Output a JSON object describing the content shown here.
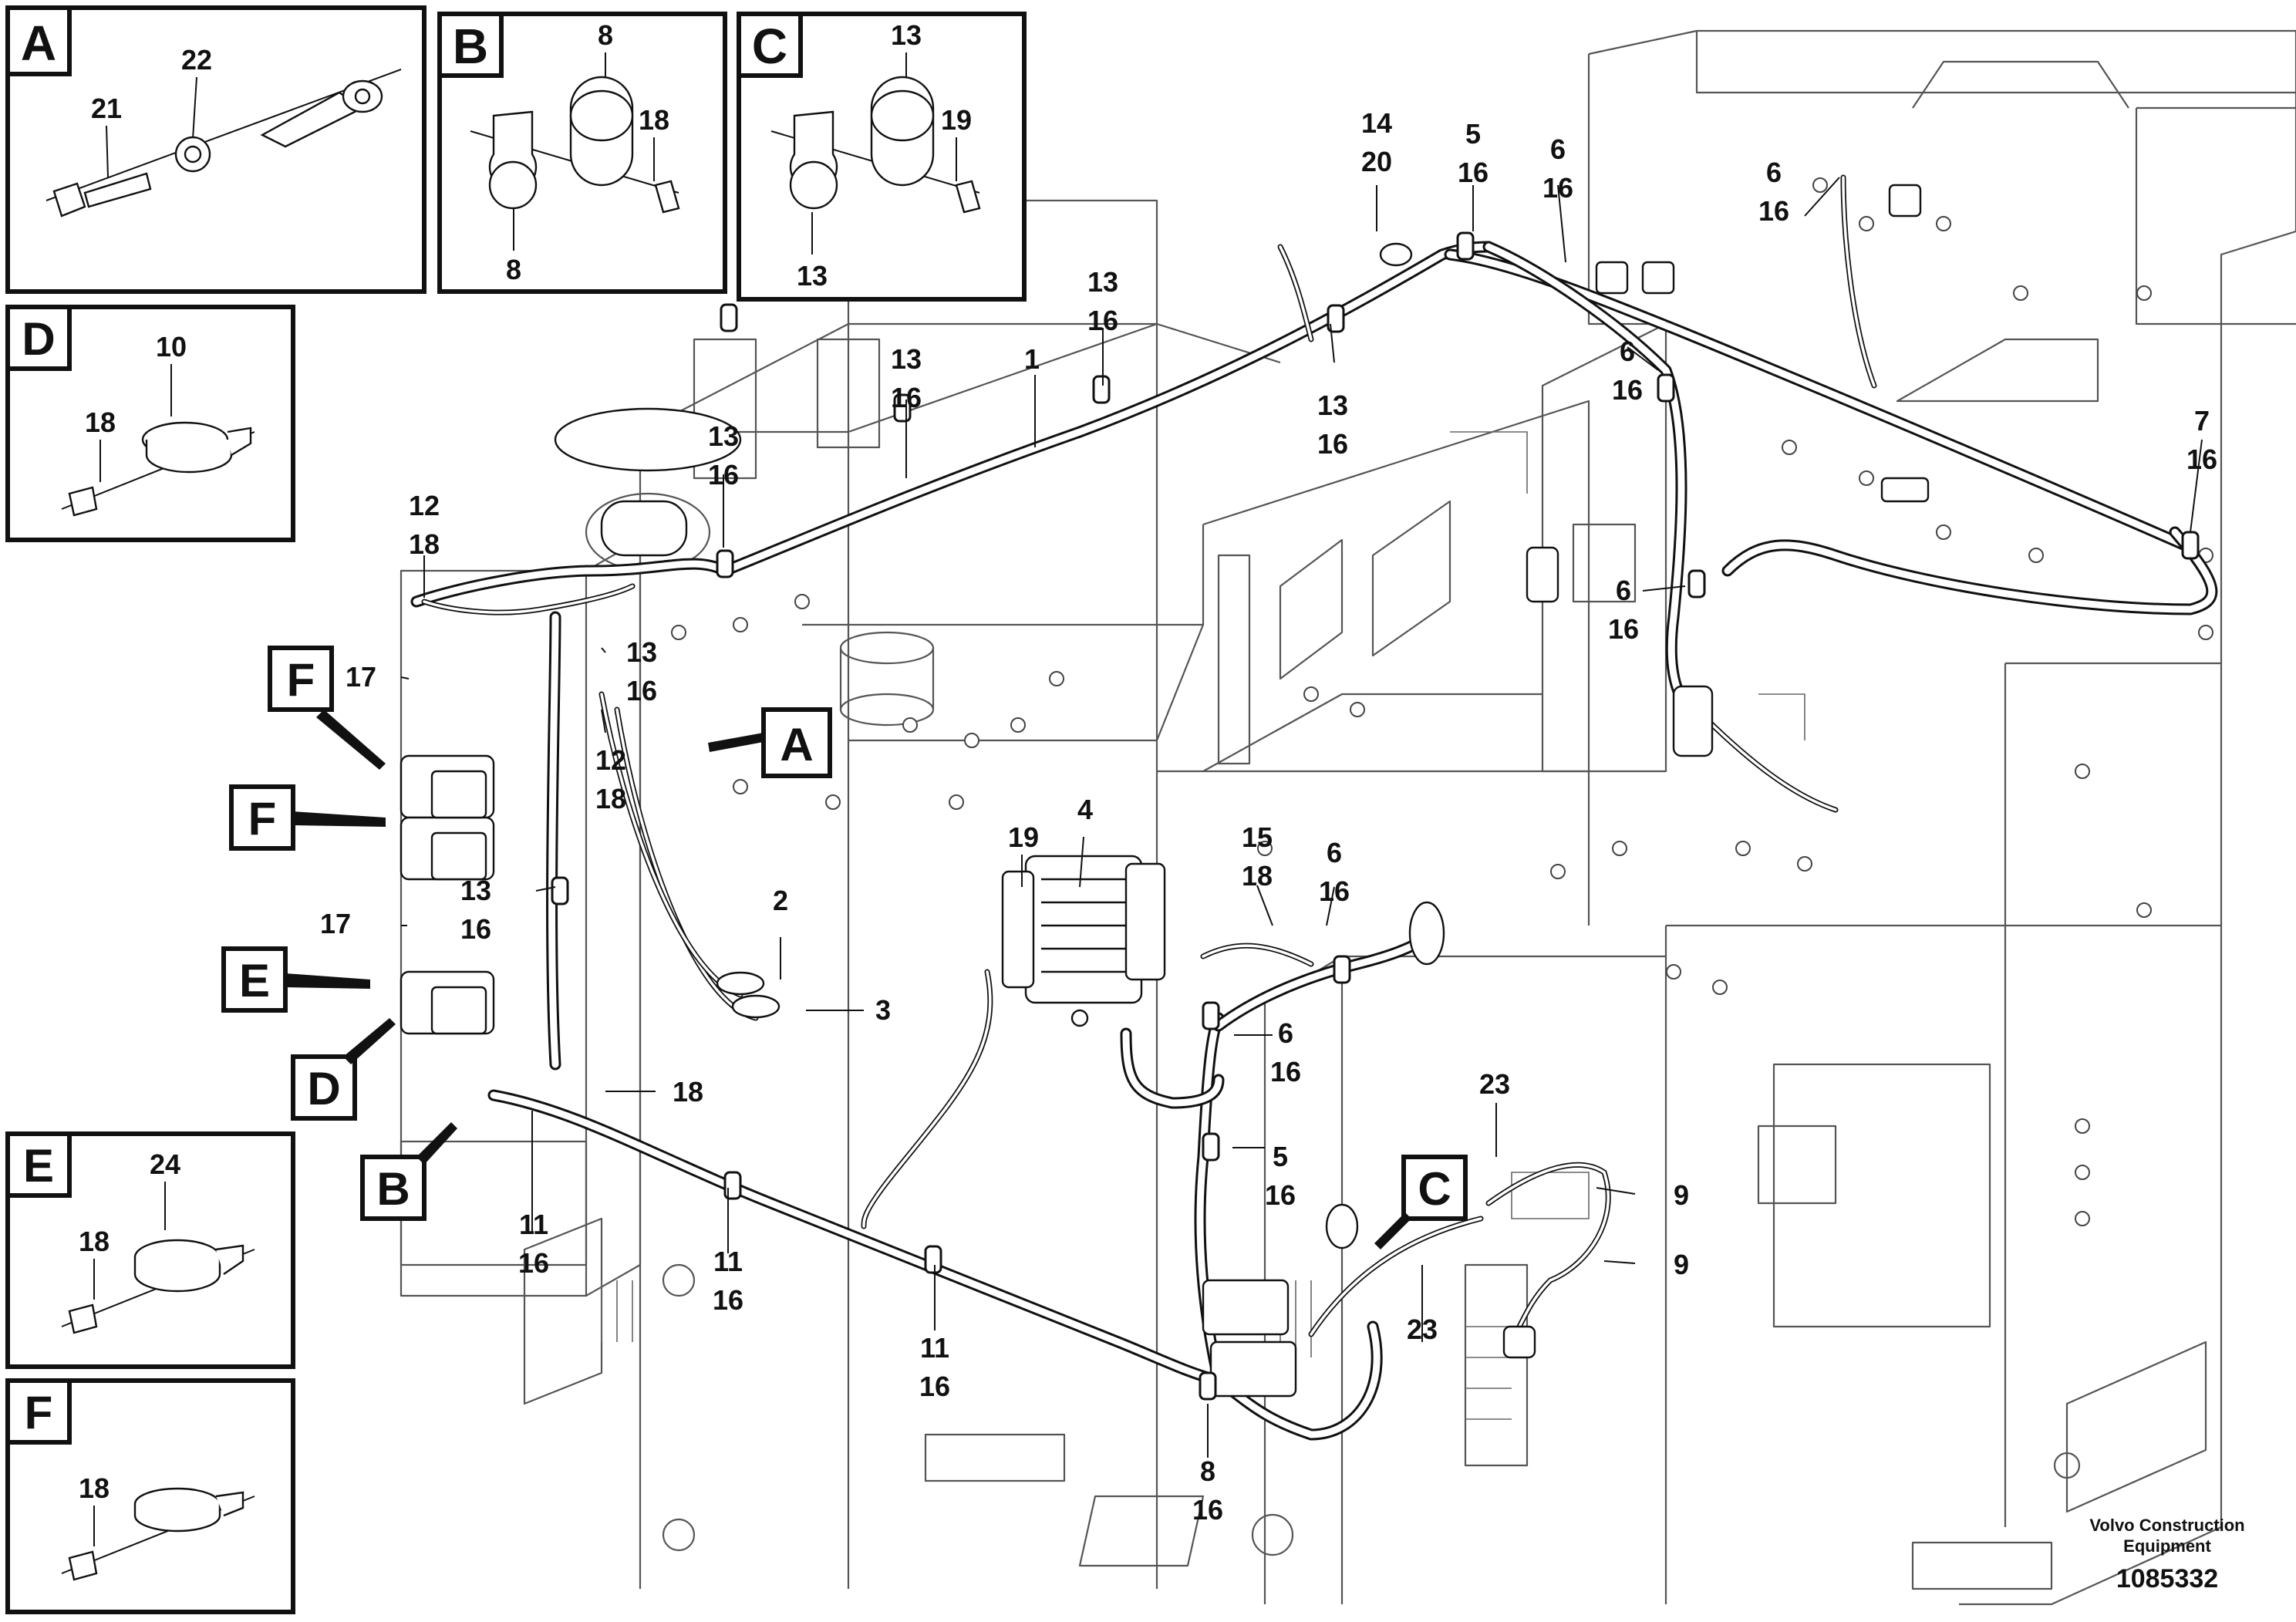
{
  "detail_boxes": [
    {
      "letter": "A",
      "callouts": [
        "22",
        "21"
      ]
    },
    {
      "letter": "B",
      "callouts": [
        "8",
        "18",
        "8"
      ]
    },
    {
      "letter": "C",
      "callouts": [
        "13",
        "19",
        "13"
      ]
    },
    {
      "letter": "D",
      "callouts": [
        "10",
        "18"
      ]
    },
    {
      "letter": "E",
      "callouts": [
        "24",
        "18"
      ]
    },
    {
      "letter": "F",
      "callouts": [
        "18"
      ]
    }
  ],
  "view_markers": [
    "F",
    "F",
    "E",
    "D",
    "B",
    "A",
    "C"
  ],
  "callouts": [
    "14",
    "20",
    "5",
    "16",
    "6",
    "16",
    "6",
    "16",
    "13",
    "16",
    "1",
    "13",
    "16",
    "13",
    "16",
    "6",
    "16",
    "13",
    "16",
    "7",
    "16",
    "12",
    "18",
    "13",
    "16",
    "6",
    "16",
    "17",
    "12",
    "18",
    "19",
    "4",
    "2",
    "3",
    "15",
    "18",
    "6",
    "16",
    "13",
    "16",
    "17",
    "6",
    "16",
    "18",
    "23",
    "5",
    "16",
    "11",
    "16",
    "9",
    "11",
    "16",
    "9",
    "23",
    "11",
    "16",
    "8",
    "16"
  ],
  "credit": {
    "line1": "Volvo Construction",
    "line2": "Equipment",
    "doc_number": "1085332"
  }
}
